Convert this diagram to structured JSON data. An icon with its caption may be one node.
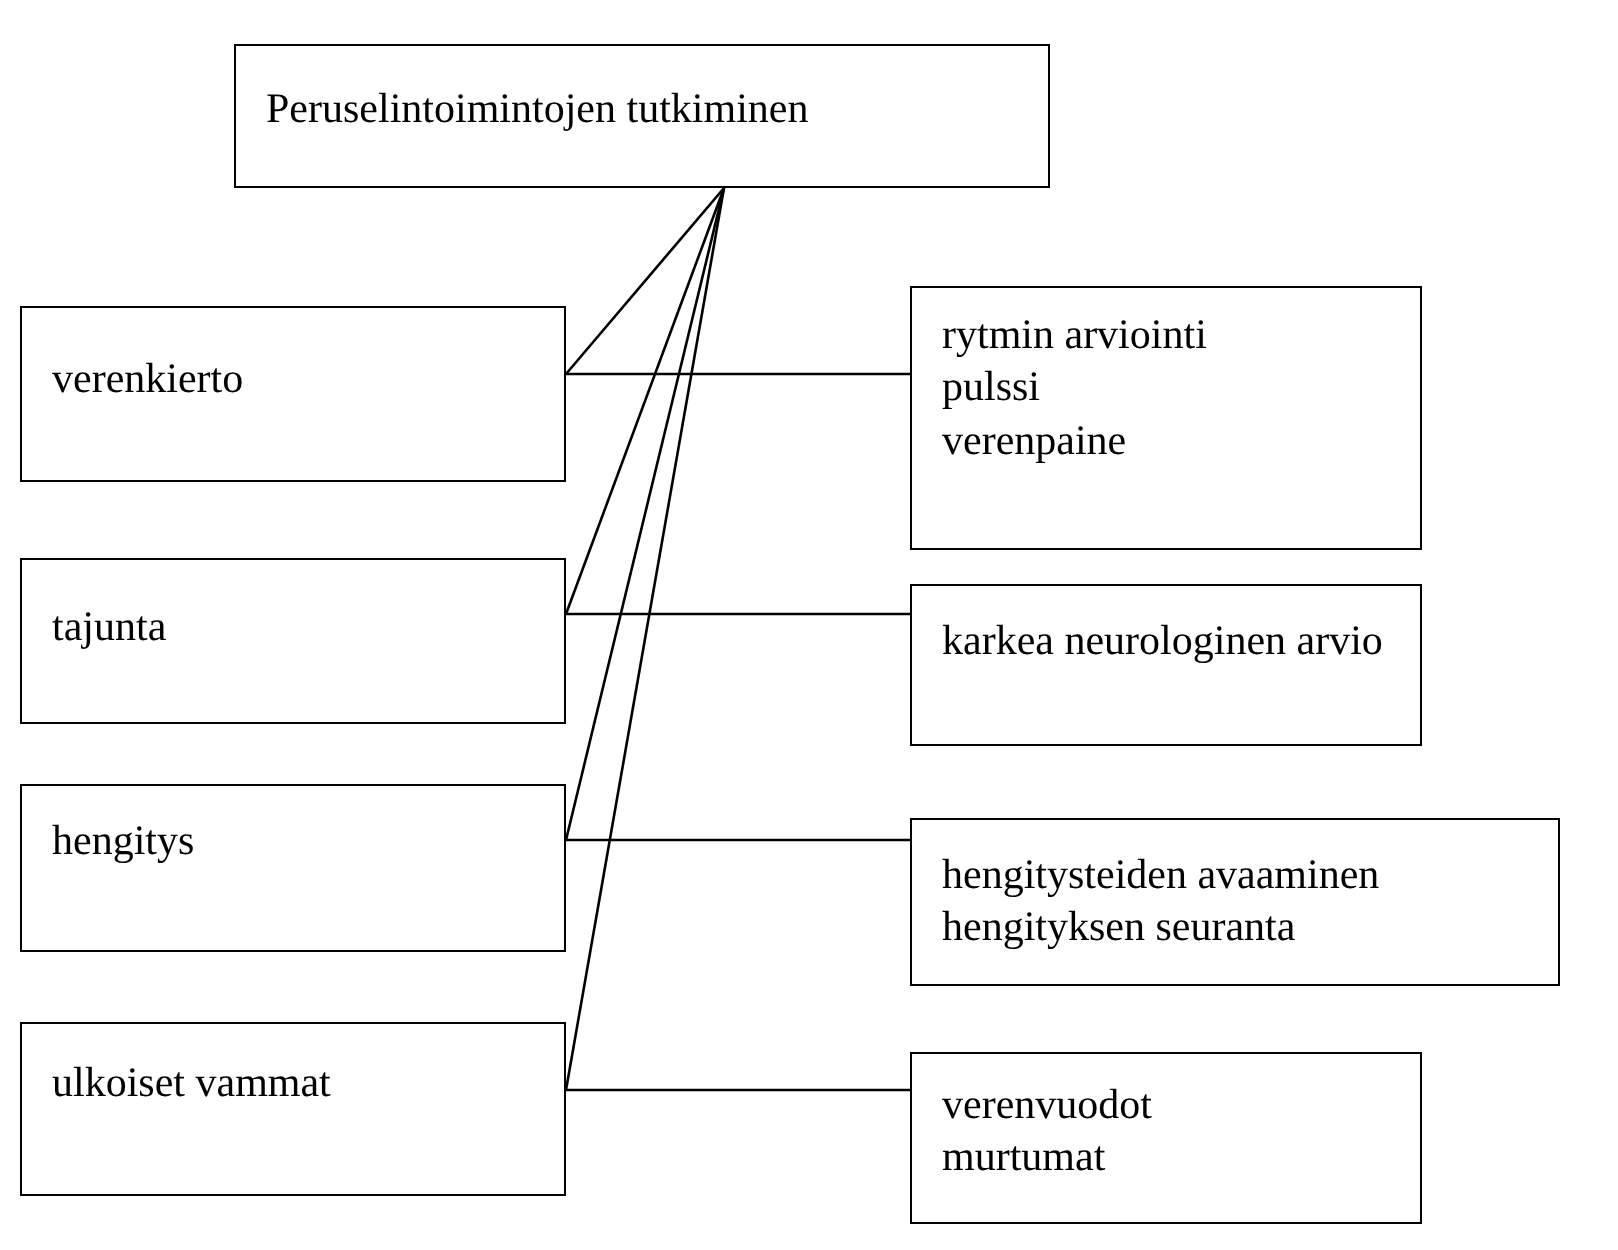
{
  "diagram": {
    "nodes": [
      {
        "text": [
          "Peruselintoimintojen tutkiminen"
        ]
      },
      {
        "text": [
          "verenkierto"
        ]
      },
      {
        "text": [
          "rytmin arviointi",
          "pulssi",
          "verenpaine"
        ]
      },
      {
        "text": [
          "tajunta"
        ]
      },
      {
        "text": [
          "karkea neurologinen arvio"
        ]
      },
      {
        "text": [
          "hengitys"
        ]
      },
      {
        "text": [
          "hengitysteiden avaaminen",
          "hengityksen seuranta"
        ]
      },
      {
        "text": [
          "ulkoiset vammat"
        ]
      },
      {
        "text": [
          "verenvuodot",
          "murtumat"
        ]
      }
    ],
    "edges": [
      {
        "from": 0,
        "to": 1,
        "arrow": "none"
      },
      {
        "from": 0,
        "to": 3,
        "arrow": "none"
      },
      {
        "from": 0,
        "to": 5,
        "arrow": "none"
      },
      {
        "from": 0,
        "to": 7,
        "arrow": "none"
      },
      {
        "from": 1,
        "to": 2,
        "arrow": "none"
      },
      {
        "from": 3,
        "to": 4,
        "arrow": "none"
      },
      {
        "from": 5,
        "to": 6,
        "arrow": "none"
      },
      {
        "from": 7,
        "to": 8,
        "arrow": "none"
      }
    ]
  }
}
